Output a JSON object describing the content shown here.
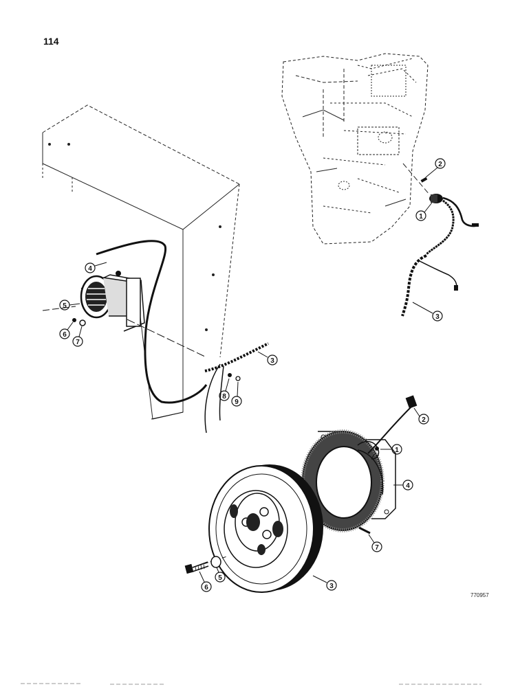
{
  "page": {
    "number": "114",
    "figure_code": "770957"
  },
  "callouts": {
    "top_right": [
      "2",
      "1",
      "3"
    ],
    "top_left": [
      "4",
      "5",
      "6",
      "7",
      "3",
      "8",
      "9"
    ],
    "bottom": [
      "2",
      "1",
      "4",
      "7",
      "5",
      "6",
      "3"
    ]
  }
}
